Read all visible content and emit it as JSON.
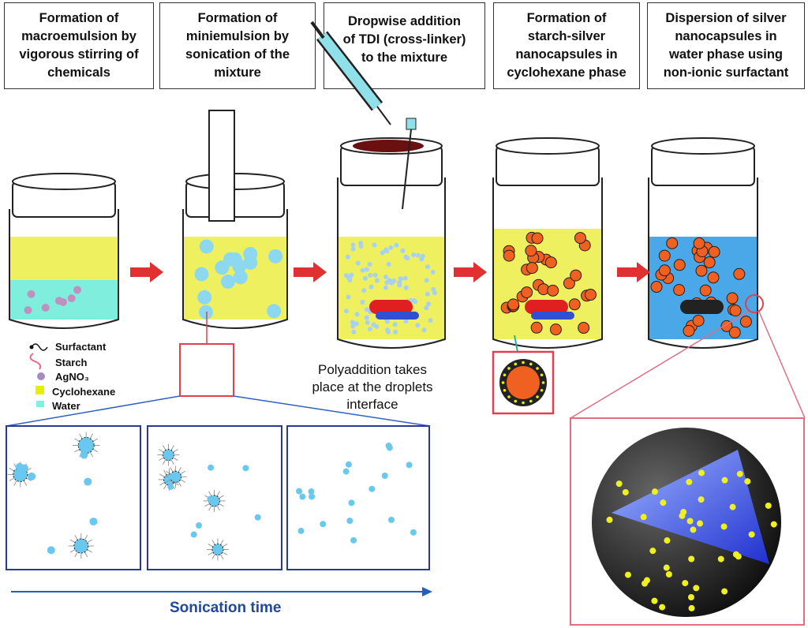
{
  "steps": [
    {
      "label": "Formation of\nmacroemulsion by\nvigorous stirring of\nchemicals"
    },
    {
      "label": "Formation of\nminiemulsion by\nsonication of the\nmixture"
    },
    {
      "label": "Dropwise addition\nof TDI (cross-linker)\nto the mixture"
    },
    {
      "label": "Formation  of\nstarch-silver\nnanocapsules in\ncyclohexane phase"
    },
    {
      "label": "Dispersion of silver\nnanocapsules in\nwater phase using\nnon-ionic surfactant"
    }
  ],
  "legend": [
    {
      "label": "Surfactant",
      "color": "#111111"
    },
    {
      "label": "Starch",
      "color": "#ee6688"
    },
    {
      "label": "AgNO₃",
      "color": "#a58cc0"
    },
    {
      "label": "Cyclohexane",
      "color": "#e8f000"
    },
    {
      "label": "Water",
      "color": "#80f0e0"
    }
  ],
  "note": "Polyaddition takes\nplace at the droplets\ninterface",
  "axis_label": "Sonication time",
  "colors": {
    "arrow": "#e03030",
    "cyclohexane": "#eef060",
    "water": "#80eedd",
    "water_phase": "#4aa8e8",
    "capsule": "#f06020",
    "axis": "#2060c0"
  }
}
